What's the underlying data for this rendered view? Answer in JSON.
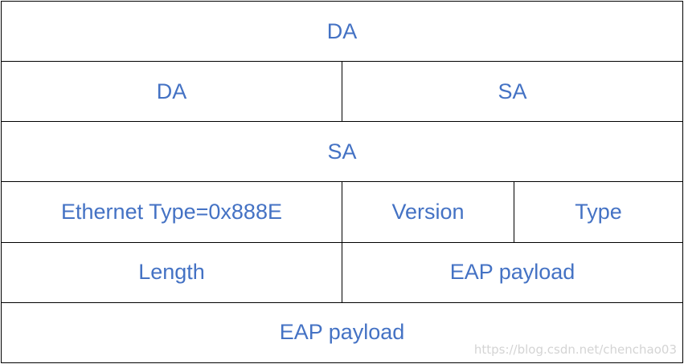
{
  "rows": [
    {
      "cells": [
        "DA"
      ]
    },
    {
      "cells": [
        "DA",
        "SA"
      ]
    },
    {
      "cells": [
        "SA"
      ]
    },
    {
      "cells": [
        "Ethernet Type=0x888E",
        "Version",
        "Type"
      ]
    },
    {
      "cells": [
        "Length",
        "EAP payload"
      ]
    },
    {
      "cells": [
        "EAP payload"
      ]
    }
  ],
  "watermark": "https://blog.csdn.net/chenchao03",
  "colors": {
    "text": "#4472C4",
    "border": "#000000",
    "background": "#ffffff"
  }
}
